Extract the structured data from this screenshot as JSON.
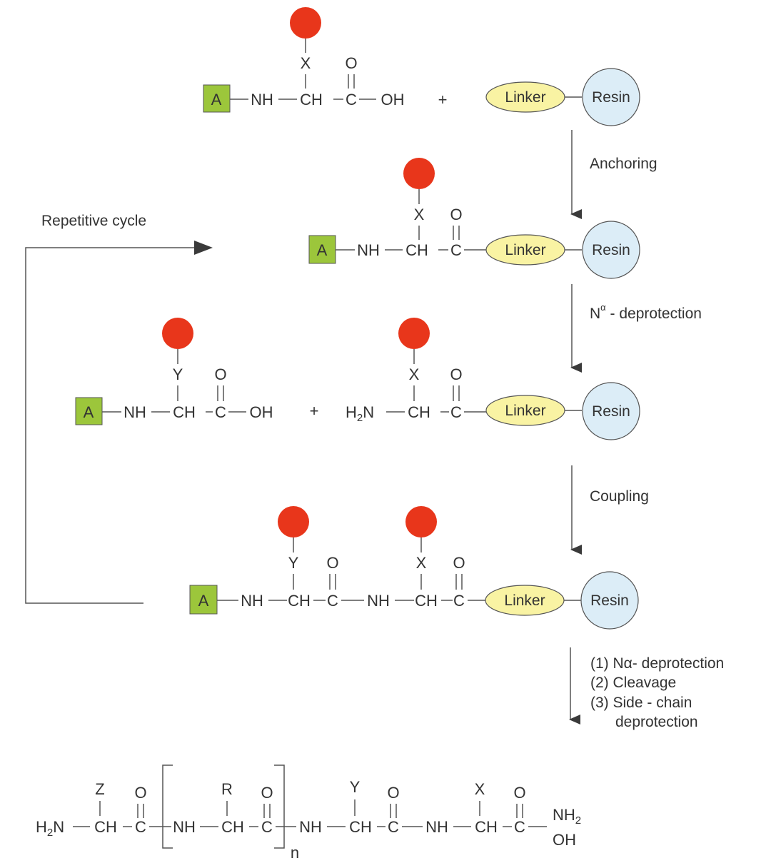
{
  "colors": {
    "protecting_group_red": "#e8361b",
    "box_green": "#9cc63b",
    "linker_yellow": "#f9f3a3",
    "resin_blue": "#dcedf7",
    "line": "#555555",
    "text": "#333333"
  },
  "labels": {
    "A": "A",
    "linker": "Linker",
    "resin": "Resin",
    "plus": "+",
    "NH": "NH",
    "CH": "CH",
    "C": "C",
    "OH": "OH",
    "O": "O",
    "X": "X",
    "Y": "Y",
    "Z": "Z",
    "R": "R",
    "H2N": "H",
    "sub2": "2",
    "N": "N",
    "n": "n"
  },
  "steps": {
    "anchoring": "Anchoring",
    "deprotection_N": "N",
    "deprotection_sup": "α",
    "deprotection_text": " - deprotection",
    "coupling": "Coupling",
    "final_1": "(1) Nα- deprotection",
    "final_2": "(2) Cleavage",
    "final_3": "(3) Side - chain",
    "final_4": "deprotection",
    "repetitive": "Repetitive cycle"
  }
}
